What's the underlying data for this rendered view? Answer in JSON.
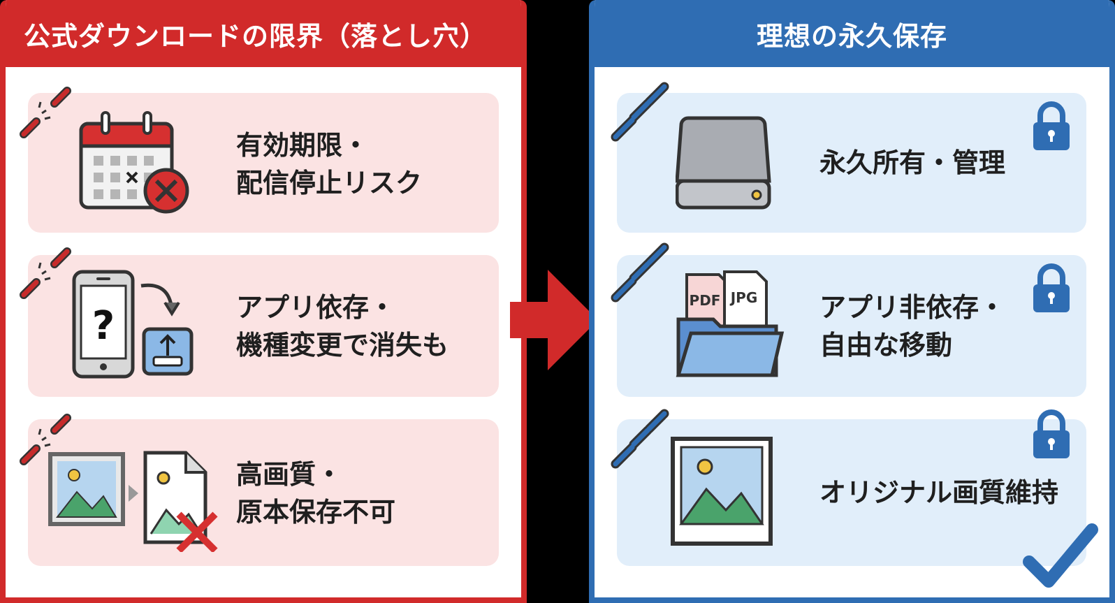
{
  "left_panel": {
    "title": "公式ダウンロードの限界（落とし穴）",
    "items": [
      {
        "line1": "有効期限・",
        "line2": "配信停止リスク",
        "icon": "calendar-cancel-icon"
      },
      {
        "line1": "アプリ依存・",
        "line2": "機種変更で消失も",
        "icon": "phone-question-icon"
      },
      {
        "line1": "高画質・",
        "line2": "原本保存不可",
        "icon": "image-degrade-icon"
      }
    ],
    "color": "#d12a2a",
    "card_color": "#fbe3e3"
  },
  "right_panel": {
    "title": "理想の永久保存",
    "items": [
      {
        "line1": "永久所有・管理",
        "icon": "hard-drive-icon"
      },
      {
        "line1": "アプリ非依存・",
        "line2": "自由な移動",
        "icon": "folder-files-icon",
        "file_labels": [
          "PDF",
          "JPG"
        ]
      },
      {
        "line1": "オリジナル画質維持",
        "icon": "photo-frame-icon"
      }
    ],
    "color": "#2f6db3",
    "card_color": "#e1eefa"
  },
  "connector": {
    "icon": "arrow-right-icon"
  }
}
